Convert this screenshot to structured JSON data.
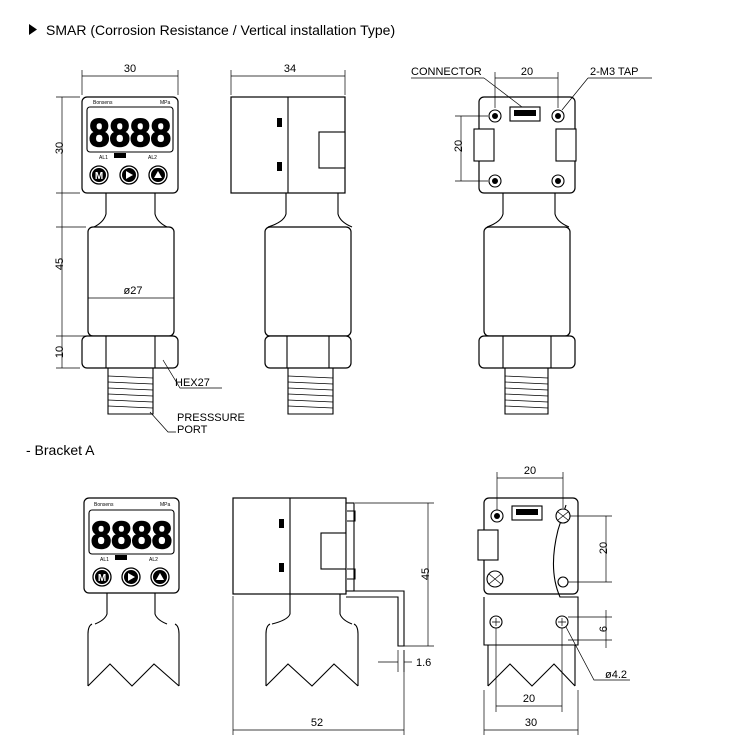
{
  "headers": {
    "section1": "SMAR (Corrosion Resistance / Vertical installation Type)",
    "section2": "- Bracket A"
  },
  "top": {
    "front": {
      "width": "30",
      "head_height": "30",
      "body_height": "45",
      "hex_height": "10",
      "diameter": "ø27",
      "hex_label": "HEX27",
      "port_label_1": "PRESSSURE",
      "port_label_2": "PORT"
    },
    "side": {
      "width": "34"
    },
    "back": {
      "connector_label": "CONNECTOR",
      "pitch_h": "20",
      "tap_label": "2-M3 TAP",
      "pitch_v": "20"
    }
  },
  "bracket": {
    "side": {
      "height": "45",
      "thickness": "1.6",
      "depth": "52"
    },
    "back": {
      "top_width": "20",
      "right_height": "20",
      "slot": "6",
      "hole": "ø4.2",
      "bottom_inner": "20",
      "bottom_outer": "30"
    }
  },
  "device": {
    "brand": "Bonsens",
    "unit": "MPa",
    "digits": "8888",
    "alarm1": "AL1",
    "alarm2": "AL2",
    "btn_mode": "M",
    "btn_next": "▶",
    "btn_up": "▲"
  },
  "icons": [
    "play-triangle-icon",
    "mode-button-icon",
    "next-button-icon",
    "up-button-icon"
  ]
}
